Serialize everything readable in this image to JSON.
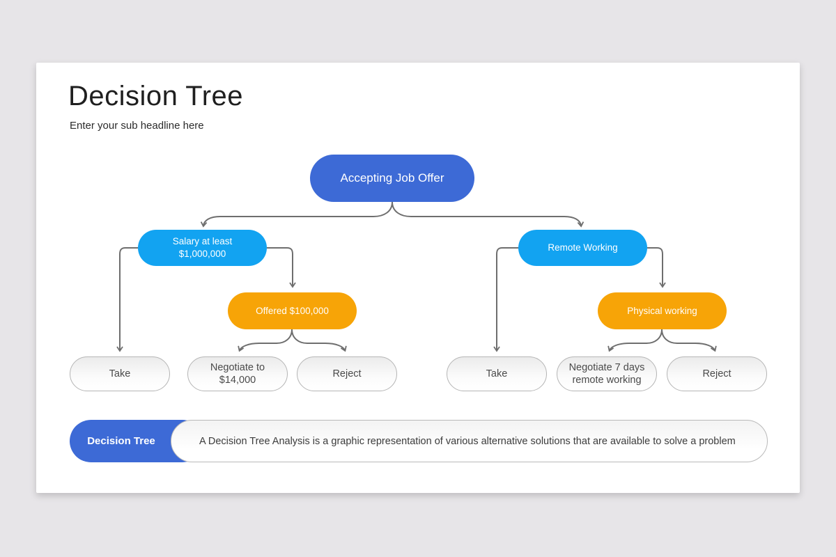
{
  "slide": {
    "title": "Decision Tree",
    "subtitle": "Enter your sub headline here"
  },
  "tree": {
    "root": "Accepting Job Offer",
    "branch_left": {
      "condition": "Salary at least $1,000,000",
      "sub_condition": "Offered $100,000",
      "leaves": [
        "Take",
        "Negotiate to $14,000",
        "Reject"
      ]
    },
    "branch_right": {
      "condition": "Remote Working",
      "sub_condition": "Physical working",
      "leaves": [
        "Take",
        "Negotiate 7 days remote working",
        "Reject"
      ]
    }
  },
  "footer": {
    "label": "Decision Tree",
    "description": "A Decision Tree Analysis is a graphic representation of various alternative solutions that are available to solve a problem"
  },
  "colors": {
    "primary_blue": "#3D6AD6",
    "azure": "#12A3F1",
    "orange": "#F7A407",
    "connector_gray": "#6E6E6E"
  }
}
